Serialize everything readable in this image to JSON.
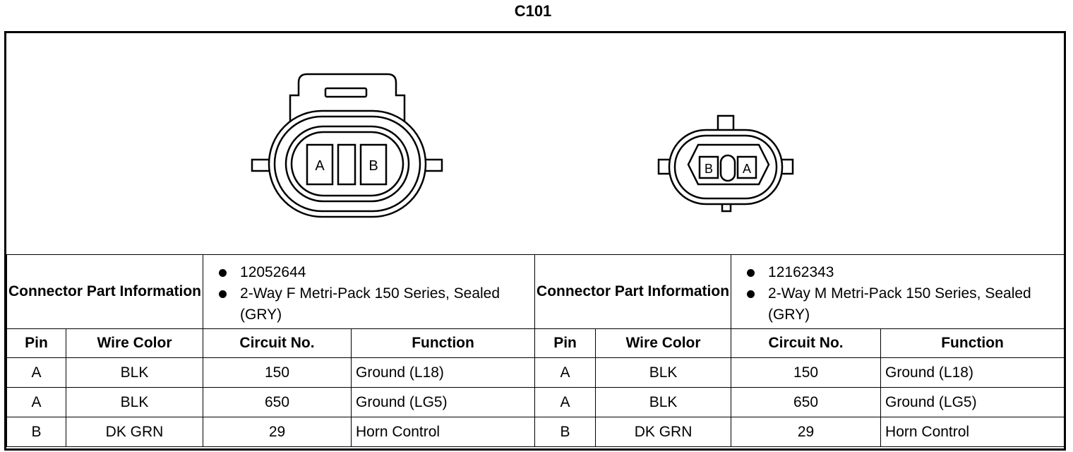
{
  "title": "C101",
  "connectors": [
    {
      "header_label": "Connector Part Information",
      "part_info": [
        "12052644",
        "2-Way F Metri-Pack 150 Series, Sealed (GRY)"
      ],
      "pin_labels": [
        "A",
        "B"
      ]
    },
    {
      "header_label": "Connector Part Information",
      "part_info": [
        "12162343",
        "2-Way M Metri-Pack 150 Series, Sealed (GRY)"
      ],
      "pin_labels": [
        "B",
        "A"
      ]
    }
  ],
  "columns": [
    "Pin",
    "Wire Color",
    "Circuit No.",
    "Function"
  ],
  "rows": [
    {
      "pin": "A",
      "wire_color": "BLK",
      "circuit": "150",
      "function": "Ground (L18)"
    },
    {
      "pin": "A",
      "wire_color": "BLK",
      "circuit": "650",
      "function": "Ground (LG5)"
    },
    {
      "pin": "B",
      "wire_color": "DK GRN",
      "circuit": "29",
      "function": "Horn Control"
    }
  ]
}
